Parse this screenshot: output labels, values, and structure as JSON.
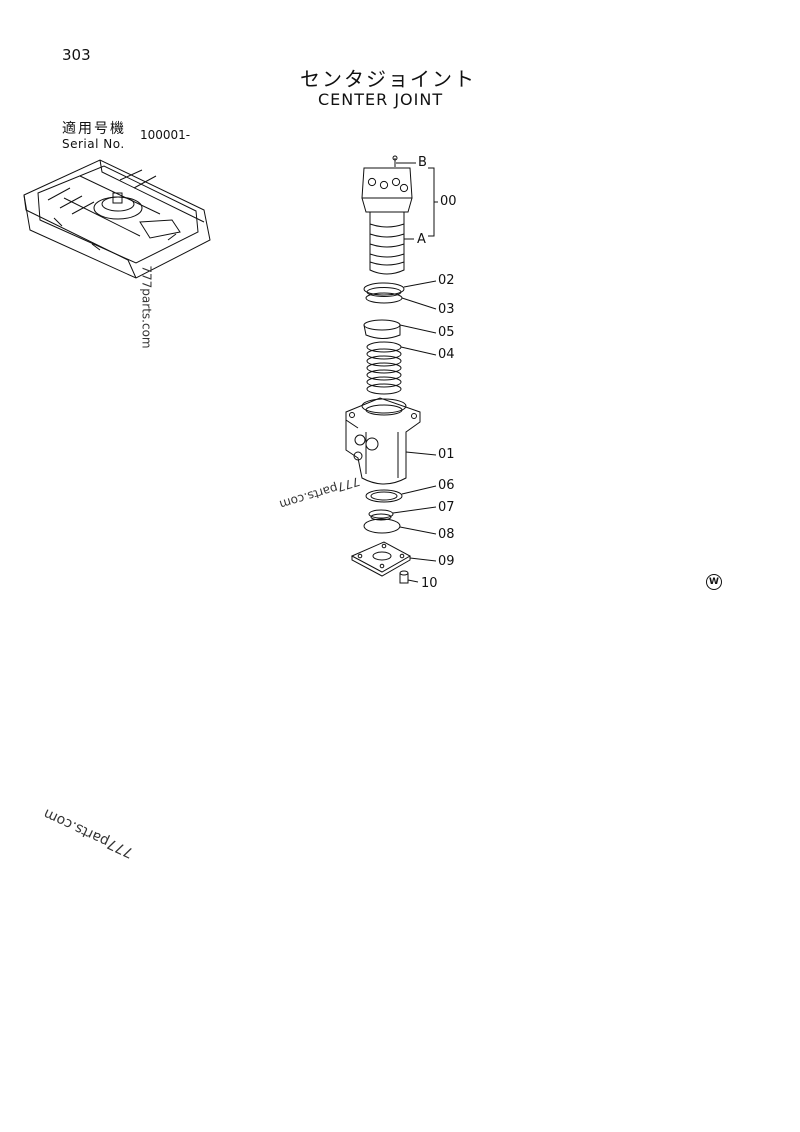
{
  "page_number": "303",
  "title_jp": "センタジョイント",
  "title_en": "CENTER JOINT",
  "serial": {
    "label_jp": "適用号機",
    "label_en": "Serial No.",
    "value": "100001-"
  },
  "callouts": [
    {
      "id": "B",
      "label": "B"
    },
    {
      "id": "A",
      "label": "A"
    },
    {
      "id": "00",
      "label": "00"
    },
    {
      "id": "02",
      "label": "02"
    },
    {
      "id": "03",
      "label": "03"
    },
    {
      "id": "05",
      "label": "05"
    },
    {
      "id": "04",
      "label": "04"
    },
    {
      "id": "01",
      "label": "01"
    },
    {
      "id": "06",
      "label": "06"
    },
    {
      "id": "07",
      "label": "07"
    },
    {
      "id": "08",
      "label": "08"
    },
    {
      "id": "09",
      "label": "09"
    },
    {
      "id": "10",
      "label": "10"
    }
  ],
  "watermark_text": "777parts.com",
  "mark_symbol": "W"
}
